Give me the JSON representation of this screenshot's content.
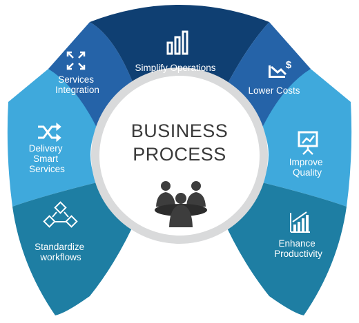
{
  "center": {
    "title_line1": "BUSINESS",
    "title_line2": "PROCESS",
    "icon": "meeting-people-icon"
  },
  "segments": [
    {
      "id": "simplify-operations",
      "lines": [
        "Simplify Operations"
      ],
      "icon": "bar-chart-icon",
      "color": "#0f3f72"
    },
    {
      "id": "lower-costs",
      "lines": [
        "Lower Costs"
      ],
      "icon": "cost-down-icon",
      "color": "#2563a8"
    },
    {
      "id": "improve-quality",
      "lines": [
        "Improve",
        "Quality"
      ],
      "icon": "presentation-board-icon",
      "color": "#3fa9dc"
    },
    {
      "id": "enhance-productivity",
      "lines": [
        "Enhance",
        "Productivity"
      ],
      "icon": "growth-chart-icon",
      "color": "#1e7ea3"
    },
    {
      "id": "standardize-workflows",
      "lines": [
        "Standardize",
        "workflows"
      ],
      "icon": "workflow-icon",
      "color": "#1e7ea3"
    },
    {
      "id": "delivery-smart-services",
      "lines": [
        "Delivery",
        "Smart",
        "Services"
      ],
      "icon": "shuffle-icon",
      "color": "#3fa9dc"
    },
    {
      "id": "services-integration",
      "lines": [
        "Services",
        "Integration"
      ],
      "icon": "integration-arrows-icon",
      "color": "#2563a8"
    }
  ]
}
